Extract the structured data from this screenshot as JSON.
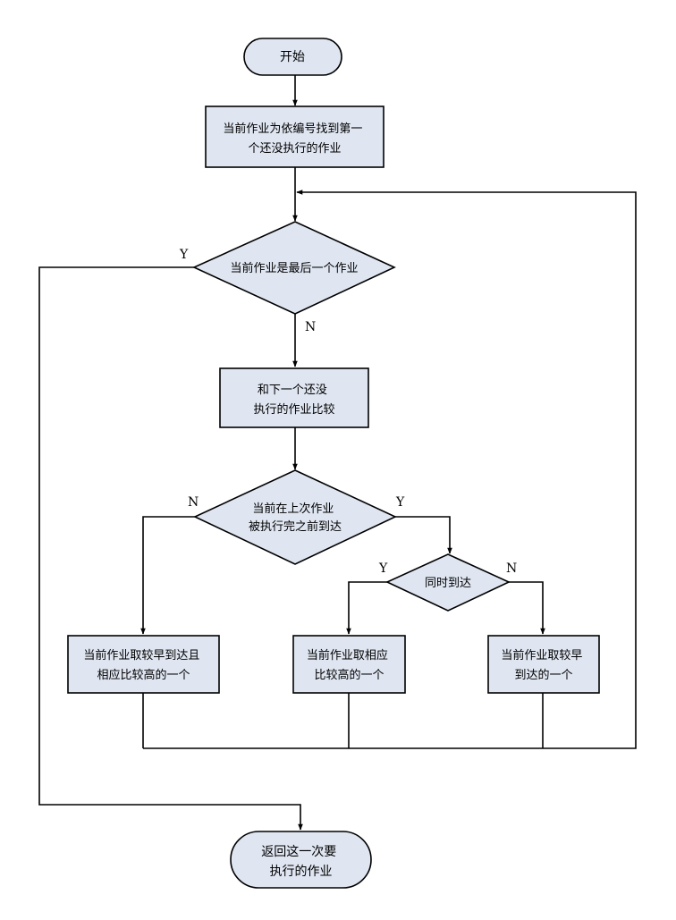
{
  "nodes": {
    "start": "开始",
    "find_first": [
      "当前作业为依编号找到第一",
      "个还没执行的作业"
    ],
    "is_last": "当前作业是最后一个作业",
    "compare_next": [
      "和下一个还没",
      "执行的作业比较"
    ],
    "arrived_before": [
      "当前在上次作业",
      "被执行完之前到达"
    ],
    "same_time": "同时到达",
    "pick_earlier_higher": [
      "当前作业取较早到达且",
      "相应比较高的一个"
    ],
    "pick_higher_ratio": [
      "当前作业取相应",
      "比较高的一个"
    ],
    "pick_earlier": [
      "当前作业取较早",
      "到达的一个"
    ],
    "end": [
      "返回这一次要",
      "执行的作业"
    ]
  },
  "edge_labels": {
    "is_last_yes": "Y",
    "is_last_no": "N",
    "arrived_no": "N",
    "arrived_yes": "Y",
    "same_yes": "Y",
    "same_no": "N"
  }
}
